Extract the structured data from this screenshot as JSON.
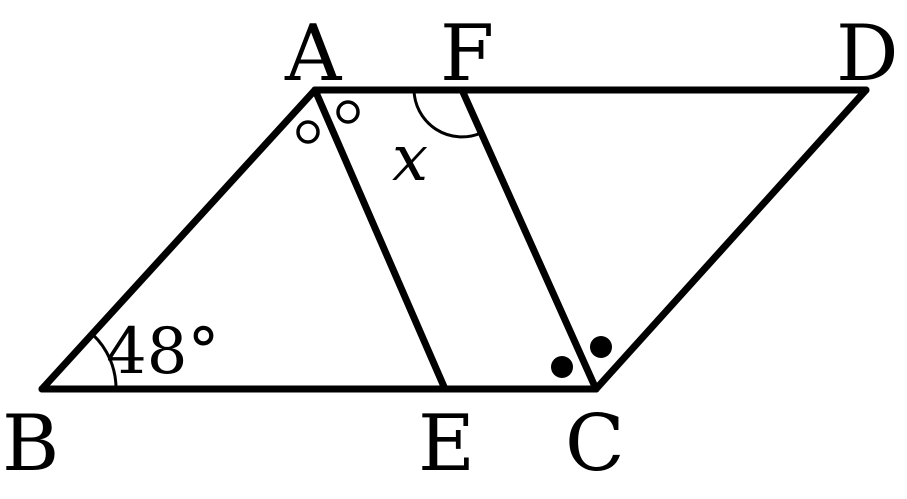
{
  "diagram": {
    "vertices": {
      "A": "A",
      "F": "F",
      "D": "D",
      "B": "B",
      "E": "E",
      "C": "C"
    },
    "angle_B": "48°",
    "angle_x": "x"
  },
  "colors": {
    "stroke": "#000000",
    "background": "#ffffff"
  }
}
